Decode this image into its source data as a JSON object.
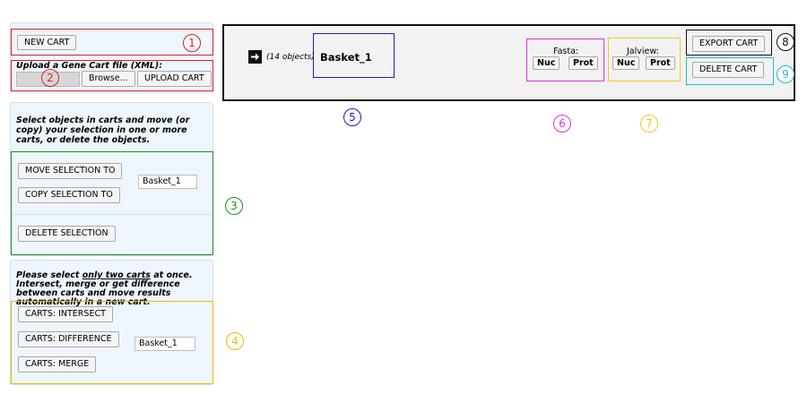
{
  "left": {
    "new_cart_label": "NEW CART",
    "upload_heading": "Upload a Gene Cart file (XML):",
    "browse_label": "Browse...",
    "upload_label": "UPLOAD CART",
    "selection_instructions": "Select objects in carts and move (or copy) your selection in one or more carts, or delete the objects.",
    "move_label": "MOVE SELECTION TO",
    "copy_label": "COPY SELECTION TO",
    "target_cart_value": "Basket_1",
    "delete_selection_label": "DELETE SELECTION",
    "carts_instr_prefix": "Please select ",
    "carts_instr_underline": "only two carts",
    "carts_instr_suffix": " at once. Intersect, merge or get difference between carts and move results automatically in a new cart.",
    "intersect_label": "CARTS: INTERSECT",
    "difference_label": "CARTS: DIFFERENCE",
    "merge_label": "CARTS: MERGE",
    "carts_target_value": "Basket_1"
  },
  "cart": {
    "objects_count": "(14 objects)",
    "name": "Basket_1",
    "fasta_label": "Fasta:",
    "jalview_label": "Jalview:",
    "nuc_label": "Nuc",
    "prot_label": "Prot",
    "export_label": "EXPORT CART",
    "delete_label": "DELETE CART"
  },
  "annotations": [
    "1",
    "2",
    "3",
    "4",
    "5",
    "6",
    "7",
    "8",
    "9"
  ],
  "colors": {
    "red": "#e02020",
    "green": "#1e8c1e",
    "orange": "#f2b705",
    "blue": "#1a1ac8",
    "magenta": "#e030e0",
    "yellow": "#e8cf2a",
    "black": "#111111",
    "cyan": "#1fbcc6",
    "panel_bg": "#eef6fd",
    "cart_bg": "#f2f2f2"
  }
}
